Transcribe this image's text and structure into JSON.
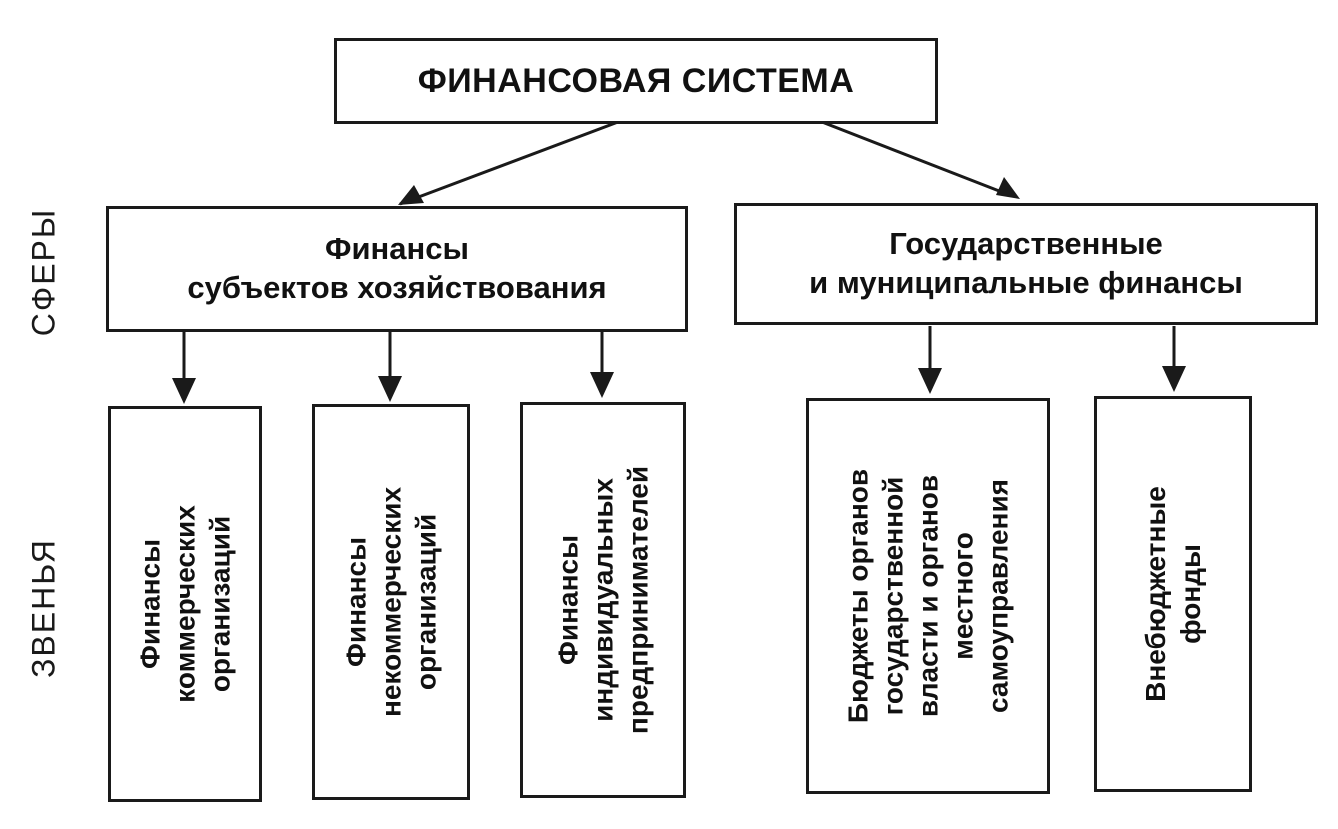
{
  "top": {
    "title": "ФИНАНСОВАЯ СИСТЕМА"
  },
  "side_labels": {
    "spheres": "СФЕРЫ",
    "links": "ЗВЕНЬЯ"
  },
  "spheres": [
    {
      "label": "Финансы\nсубъектов хозяйствования"
    },
    {
      "label": "Государственные\nи муниципальные финансы"
    }
  ],
  "links": [
    {
      "label": "Финансы\nкоммерческих\nорганизаций"
    },
    {
      "label": "Финансы\nнекоммерческих\nорганизаций"
    },
    {
      "label": "Финансы\nиндивидуальных\nпредпринимателей"
    },
    {
      "label": "Бюджеты органов\nгосударственной\nвласти и органов\nместного\nсамоуправления"
    },
    {
      "label": "Внебюджетные\nфонды"
    }
  ],
  "colors": {
    "stroke": "#1a1a1a",
    "background": "#ffffff"
  }
}
